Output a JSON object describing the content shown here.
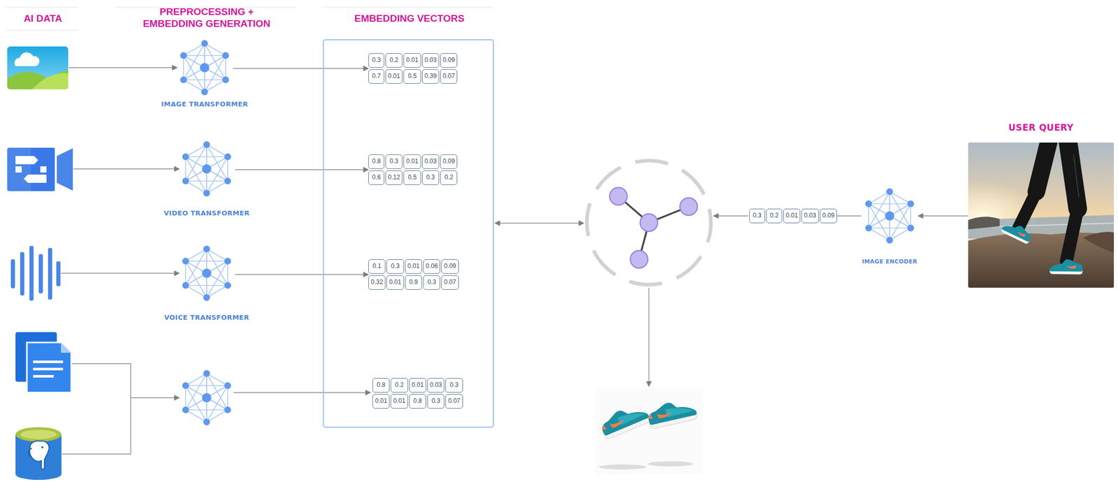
{
  "diagram": {
    "nodes": [
      {
        "text": [
          "EMBEDDING VECTORS"
        ]
      },
      {
        "text": [
          "0.3",
          "0.2",
          "0.01",
          "0.03",
          "0.09",
          "0.7",
          "0.01",
          "0.5",
          "0.39",
          "0.07"
        ],
        "in": 0
      },
      {
        "text": [
          "0.8",
          "0.3",
          "0.01",
          "0.03",
          "0.09",
          "0.6",
          "0.12",
          "0.5",
          "0.3",
          "0.2"
        ],
        "in": 0
      },
      {
        "text": [
          "0.1",
          "0.3",
          "0.01",
          "0.06",
          "0.09",
          "0.32",
          "0.01",
          "0.9",
          "0.3",
          "0.07"
        ],
        "in": 0
      },
      {
        "text": [
          "0.8",
          "0.2",
          "0.01",
          "0.03",
          "0.3",
          "0.01",
          "0.01",
          "0.8",
          "0.3",
          "0.07"
        ],
        "in": 0
      },
      {
        "text": [
          "IMAGE TRANSFORMER"
        ]
      },
      {
        "text": [
          "VIDEO TRANSFORMER"
        ]
      },
      {
        "text": [
          "VOICE TRANSFORMER"
        ]
      },
      {
        "text": [
          "USER QUERY"
        ]
      },
      {
        "text": [
          "IMAGE ENCODER"
        ]
      },
      {
        "text": [
          "0.3",
          "0.2",
          "0.01",
          "0.03",
          "0.09"
        ]
      }
    ],
    "edges": [
      {
        "from": 5,
        "to": 1,
        "arrow": "to"
      },
      {
        "from": 6,
        "to": 2,
        "arrow": "to"
      },
      {
        "from": 7,
        "to": 3,
        "arrow": "to"
      },
      {
        "from": 8,
        "to": 9,
        "arrow": "to"
      },
      {
        "from": 9,
        "to": 10,
        "arrow": "none"
      }
    ],
    "labels": [
      "AI DATA",
      "PREPROCESSING + EMBEDDING GENERATION"
    ]
  }
}
